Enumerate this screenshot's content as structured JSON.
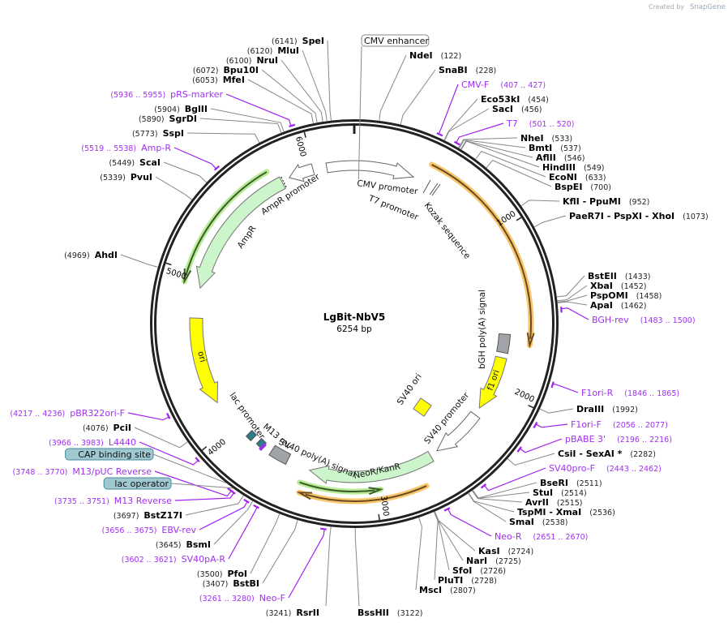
{
  "brand": {
    "created_by": "Created by",
    "name": "SnapGene"
  },
  "map": {
    "title": "LgBit-NbV5",
    "length": "6254 bp",
    "total_bp": 6254,
    "ticks": [
      "1000",
      "2000",
      "3000",
      "4000",
      "5000",
      "6000"
    ],
    "colors": {
      "ring": "#222222",
      "primer": "#a020f0",
      "orange": "#f5b94a",
      "green": "#a6e67a",
      "yellow": "#ffff00",
      "gene": "#ccf5cc",
      "polyA": "#a0a4a8",
      "box": "#9fc8d0"
    }
  },
  "labels": [
    {
      "type": "enzyme",
      "name": "SpeI",
      "pos": "(6141)",
      "bp": 6141
    },
    {
      "type": "enzyme",
      "name": "MluI",
      "pos": "(6120)",
      "bp": 6120
    },
    {
      "type": "enzyme",
      "name": "NruI",
      "pos": "(6100)",
      "bp": 6100
    },
    {
      "type": "enzyme",
      "name": "Bpu10I",
      "pos": "(6072)",
      "bp": 6072
    },
    {
      "type": "enzyme",
      "name": "MfeI",
      "pos": "(6053)",
      "bp": 6053
    },
    {
      "type": "primer",
      "name": "pRS-marker",
      "pos": "(5936 .. 5955)",
      "bp": 5936,
      "end": 5955
    },
    {
      "type": "enzyme",
      "name": "BglII",
      "pos": "(5904)",
      "bp": 5904
    },
    {
      "type": "enzyme",
      "name": "SgrDI",
      "pos": "(5890)",
      "bp": 5890
    },
    {
      "type": "enzyme",
      "name": "SspI",
      "pos": "(5773)",
      "bp": 5773
    },
    {
      "type": "primer",
      "name": "Amp-R",
      "pos": "(5519 .. 5538)",
      "bp": 5519,
      "end": 5538
    },
    {
      "type": "enzyme",
      "name": "ScaI",
      "pos": "(5449)",
      "bp": 5449
    },
    {
      "type": "enzyme",
      "name": "PvuI",
      "pos": "(5339)",
      "bp": 5339
    },
    {
      "type": "enzyme",
      "name": "AhdI",
      "pos": "(4969)",
      "bp": 4969
    },
    {
      "type": "primer",
      "name": "pBR322ori-F",
      "pos": "(4217 .. 4236)",
      "bp": 4217,
      "end": 4236
    },
    {
      "type": "enzyme",
      "name": "PciI",
      "pos": "(4076)",
      "bp": 4076
    },
    {
      "type": "primer",
      "name": "L4440",
      "pos": "(3966 .. 3983)",
      "bp": 3966,
      "end": 3983
    },
    {
      "type": "box",
      "name": "CAP binding site",
      "bp": 3800
    },
    {
      "type": "primer",
      "name": "M13/pUC Reverse",
      "pos": "(3748 .. 3770)",
      "bp": 3748,
      "end": 3770
    },
    {
      "type": "box",
      "name": "lac operator",
      "bp": 3760
    },
    {
      "type": "primer",
      "name": "M13 Reverse",
      "pos": "(3735 .. 3751)",
      "bp": 3735,
      "end": 3751
    },
    {
      "type": "enzyme",
      "name": "BstZ17I",
      "pos": "(3697)",
      "bp": 3697
    },
    {
      "type": "primer",
      "name": "EBV-rev",
      "pos": "(3656 .. 3675)",
      "bp": 3656,
      "end": 3675
    },
    {
      "type": "enzyme",
      "name": "BsmI",
      "pos": "(3645)",
      "bp": 3645
    },
    {
      "type": "primer",
      "name": "SV40pA-R",
      "pos": "(3602 .. 3621)",
      "bp": 3602,
      "end": 3621
    },
    {
      "type": "enzyme",
      "name": "PfoI",
      "pos": "(3500)",
      "bp": 3500
    },
    {
      "type": "enzyme",
      "name": "BstBI",
      "pos": "(3407)",
      "bp": 3407
    },
    {
      "type": "primer",
      "name": "Neo-F",
      "pos": "(3261 .. 3280)",
      "bp": 3261,
      "end": 3280
    },
    {
      "type": "enzyme",
      "name": "RsrII",
      "pos": "(3241)",
      "bp": 3241
    },
    {
      "type": "enzyme",
      "name": "BssHII",
      "pos": "(3122)",
      "bp": 3122
    },
    {
      "type": "box",
      "name": "CMV enhancer",
      "bp": 30
    },
    {
      "type": "enzyme",
      "name": "NdeI",
      "pos": "(122)",
      "bp": 122
    },
    {
      "type": "enzyme",
      "name": "SnaBI",
      "pos": "(228)",
      "bp": 228
    },
    {
      "type": "primer",
      "name": "CMV-F",
      "pos": "(407 .. 427)",
      "bp": 407,
      "end": 427
    },
    {
      "type": "enzyme",
      "name": "Eco53kI",
      "pos": "(454)",
      "bp": 454
    },
    {
      "type": "enzyme",
      "name": "SacI",
      "pos": "(456)",
      "bp": 456
    },
    {
      "type": "primer",
      "name": "T7",
      "pos": "(501 .. 520)",
      "bp": 501,
      "end": 520
    },
    {
      "type": "enzyme",
      "name": "NheI",
      "pos": "(533)",
      "bp": 533
    },
    {
      "type": "enzyme",
      "name": "BmtI",
      "pos": "(537)",
      "bp": 537
    },
    {
      "type": "enzyme",
      "name": "AflII",
      "pos": "(546)",
      "bp": 546
    },
    {
      "type": "enzyme",
      "name": "HindIII",
      "pos": "(549)",
      "bp": 549
    },
    {
      "type": "enzyme",
      "name": "EcoNI",
      "pos": "(633)",
      "bp": 633
    },
    {
      "type": "enzyme",
      "name": "BspEI",
      "pos": "(700)",
      "bp": 700
    },
    {
      "type": "enzyme",
      "name": "KflI  - PpuMI",
      "pos": "(952)",
      "bp": 952
    },
    {
      "type": "enzyme",
      "name": "PaeR7I  - PspXI  - XhoI",
      "pos": "(1073)",
      "bp": 1073
    },
    {
      "type": "enzyme",
      "name": "BstEII",
      "pos": "(1433)",
      "bp": 1433
    },
    {
      "type": "enzyme",
      "name": "XbaI",
      "pos": "(1452)",
      "bp": 1452
    },
    {
      "type": "enzyme",
      "name": "PspOMI",
      "pos": "(1458)",
      "bp": 1458
    },
    {
      "type": "enzyme",
      "name": "ApaI",
      "pos": "(1462)",
      "bp": 1462
    },
    {
      "type": "primer",
      "name": "BGH-rev",
      "pos": "(1483 .. 1500)",
      "bp": 1483,
      "end": 1500
    },
    {
      "type": "primer",
      "name": "F1ori-R",
      "pos": "(1846 .. 1865)",
      "bp": 1846,
      "end": 1865
    },
    {
      "type": "enzyme",
      "name": "DraIII",
      "pos": "(1992)",
      "bp": 1992
    },
    {
      "type": "primer",
      "name": "F1ori-F",
      "pos": "(2056 .. 2077)",
      "bp": 2056,
      "end": 2077
    },
    {
      "type": "primer",
      "name": "pBABE 3'",
      "pos": "(2196 .. 2216)",
      "bp": 2196,
      "end": 2216
    },
    {
      "type": "enzyme",
      "name": "CsiI  - SexAI *",
      "pos": "(2282)",
      "bp": 2282
    },
    {
      "type": "primer",
      "name": "SV40pro-F",
      "pos": "(2443 .. 2462)",
      "bp": 2443,
      "end": 2462
    },
    {
      "type": "enzyme",
      "name": "BseRI",
      "pos": "(2511)",
      "bp": 2511
    },
    {
      "type": "enzyme",
      "name": "StuI",
      "pos": "(2514)",
      "bp": 2514
    },
    {
      "type": "enzyme",
      "name": "AvrII",
      "pos": "(2515)",
      "bp": 2515
    },
    {
      "type": "enzyme",
      "name": "TspMI  - XmaI",
      "pos": "(2536)",
      "bp": 2536
    },
    {
      "type": "enzyme",
      "name": "SmaI",
      "pos": "(2538)",
      "bp": 2538
    },
    {
      "type": "primer",
      "name": "Neo-R",
      "pos": "(2651 .. 2670)",
      "bp": 2651,
      "end": 2670
    },
    {
      "type": "enzyme",
      "name": "KasI",
      "pos": "(2724)",
      "bp": 2724
    },
    {
      "type": "enzyme",
      "name": "NarI",
      "pos": "(2725)",
      "bp": 2725
    },
    {
      "type": "enzyme",
      "name": "SfoI",
      "pos": "(2726)",
      "bp": 2726
    },
    {
      "type": "enzyme",
      "name": "PluTI",
      "pos": "(2728)",
      "bp": 2728
    },
    {
      "type": "enzyme",
      "name": "MscI",
      "pos": "(2807)",
      "bp": 2807
    }
  ],
  "features": {
    "cmv_promoter": "CMV promoter",
    "t7_promoter": "T7 promoter",
    "kozak": "Kozak sequence",
    "bgh": "bGH poly(A) signal",
    "f1_ori": "f1 ori",
    "sv40_promoter": "SV40 promoter",
    "sv40_ori": "SV40 ori",
    "neor": "NeoR/KanR",
    "sv40_polya": "SV40 poly(A) signal",
    "m13_rev": "M13 rev",
    "lac_promoter": "lac promoter",
    "ori": "ori",
    "ampr": "AmpR",
    "ampr_promoter": "AmpR promoter"
  }
}
